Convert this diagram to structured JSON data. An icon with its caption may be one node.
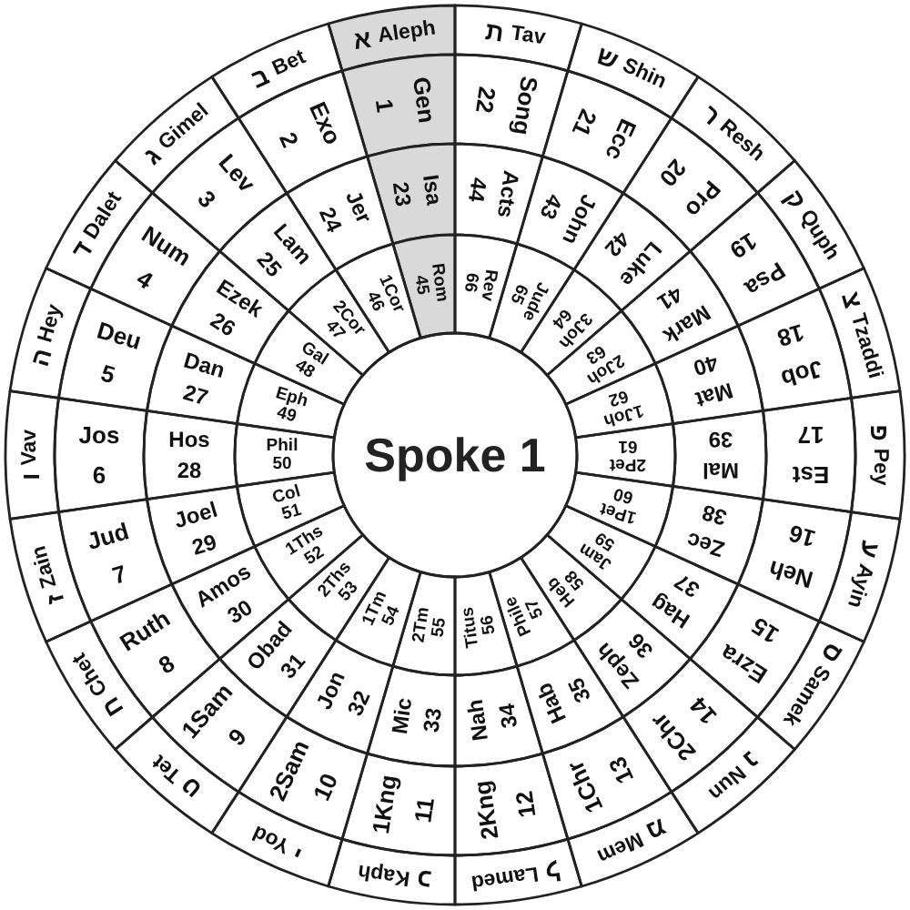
{
  "diagram": {
    "nodes": [
      {
        "text": [
          "א",
          "Aleph"
        ]
      },
      {
        "text": [
          "ב",
          "Bet"
        ]
      },
      {
        "text": [
          "ג",
          "Gimel"
        ]
      },
      {
        "text": [
          "ד",
          "Dalet"
        ]
      },
      {
        "text": [
          "ה",
          "Hey"
        ]
      },
      {
        "text": [
          "ו",
          "Vav"
        ]
      },
      {
        "text": [
          "ז",
          "Zain"
        ]
      },
      {
        "text": [
          "ח",
          "Chet"
        ]
      },
      {
        "text": [
          "ט",
          "Tet"
        ]
      },
      {
        "text": [
          "י",
          "Yod"
        ]
      },
      {
        "text": [
          "כ",
          "Kaph"
        ]
      },
      {
        "text": [
          "ל",
          "Lamed"
        ]
      },
      {
        "text": [
          "מ",
          "Mem"
        ]
      },
      {
        "text": [
          "נ",
          "Nun"
        ]
      },
      {
        "text": [
          "ס",
          "Samek"
        ]
      },
      {
        "text": [
          "ע",
          "Ayin"
        ]
      },
      {
        "text": [
          "פ",
          "Pey"
        ]
      },
      {
        "text": [
          "צ",
          "Tzaddi"
        ]
      },
      {
        "text": [
          "ק",
          "Quph"
        ]
      },
      {
        "text": [
          "ר",
          "Resh"
        ]
      },
      {
        "text": [
          "ש",
          "Shin"
        ]
      },
      {
        "text": [
          "ת",
          "Tav"
        ]
      },
      {
        "text": [
          "Gen",
          "1"
        ]
      },
      {
        "text": [
          "Exo",
          "2"
        ]
      },
      {
        "text": [
          "Lev",
          "3"
        ]
      },
      {
        "text": [
          "Num",
          "4"
        ]
      },
      {
        "text": [
          "Deu",
          "5"
        ]
      },
      {
        "text": [
          "Jos",
          "6"
        ]
      },
      {
        "text": [
          "Jud",
          "7"
        ]
      },
      {
        "text": [
          "Ruth",
          "8"
        ]
      },
      {
        "text": [
          "1Sam",
          "9"
        ]
      },
      {
        "text": [
          "2Sam",
          "10"
        ]
      },
      {
        "text": [
          "1Kng",
          "11"
        ]
      },
      {
        "text": [
          "2Kng",
          "12"
        ]
      },
      {
        "text": [
          "1Chr",
          "13"
        ]
      },
      {
        "text": [
          "2Chr",
          "14"
        ]
      },
      {
        "text": [
          "Ezra",
          "15"
        ]
      },
      {
        "text": [
          "Neh",
          "16"
        ]
      },
      {
        "text": [
          "Est",
          "17"
        ]
      },
      {
        "text": [
          "Job",
          "18"
        ]
      },
      {
        "text": [
          "Psa",
          "19"
        ]
      },
      {
        "text": [
          "Pro",
          "20"
        ]
      },
      {
        "text": [
          "Ecc",
          "21"
        ]
      },
      {
        "text": [
          "Song",
          "22"
        ]
      },
      {
        "text": [
          "Isa",
          "23"
        ]
      },
      {
        "text": [
          "Jer",
          "24"
        ]
      },
      {
        "text": [
          "Lam",
          "25"
        ]
      },
      {
        "text": [
          "Ezek",
          "26"
        ]
      },
      {
        "text": [
          "Dan",
          "27"
        ]
      },
      {
        "text": [
          "Hos",
          "28"
        ]
      },
      {
        "text": [
          "Joel",
          "29"
        ]
      },
      {
        "text": [
          "Amos",
          "30"
        ]
      },
      {
        "text": [
          "Obad",
          "31"
        ]
      },
      {
        "text": [
          "Jon",
          "32"
        ]
      },
      {
        "text": [
          "Mic",
          "33"
        ]
      },
      {
        "text": [
          "Nah",
          "34"
        ]
      },
      {
        "text": [
          "Hab",
          "35"
        ]
      },
      {
        "text": [
          "Zeph",
          "36"
        ]
      },
      {
        "text": [
          "Hag",
          "37"
        ]
      },
      {
        "text": [
          "Zec",
          "38"
        ]
      },
      {
        "text": [
          "Mal",
          "39"
        ]
      },
      {
        "text": [
          "Mat",
          "40"
        ]
      },
      {
        "text": [
          "Mark",
          "41"
        ]
      },
      {
        "text": [
          "Luke",
          "42"
        ]
      },
      {
        "text": [
          "John",
          "43"
        ]
      },
      {
        "text": [
          "Acts",
          "44"
        ]
      },
      {
        "text": [
          "Rom",
          "45"
        ]
      },
      {
        "text": [
          "1Cor",
          "46"
        ]
      },
      {
        "text": [
          "2Cor",
          "47"
        ]
      },
      {
        "text": [
          "Gal",
          "48"
        ]
      },
      {
        "text": [
          "Eph",
          "49"
        ]
      },
      {
        "text": [
          "Phil",
          "50"
        ]
      },
      {
        "text": [
          "Col",
          "51"
        ]
      },
      {
        "text": [
          "1Ths",
          "52"
        ]
      },
      {
        "text": [
          "2Ths",
          "53"
        ]
      },
      {
        "text": [
          "1Tm",
          "54"
        ]
      },
      {
        "text": [
          "2Tm",
          "55"
        ]
      },
      {
        "text": [
          "Titus",
          "56"
        ]
      },
      {
        "text": [
          "Phile",
          "57"
        ]
      },
      {
        "text": [
          "Heb",
          "58"
        ]
      },
      {
        "text": [
          "Jam",
          "59"
        ]
      },
      {
        "text": [
          "1Pet",
          "60"
        ]
      },
      {
        "text": [
          "2Pet",
          "61"
        ]
      },
      {
        "text": [
          "1Joh",
          "62"
        ]
      },
      {
        "text": [
          "2Joh",
          "63"
        ]
      },
      {
        "text": [
          "3Joh",
          "64"
        ]
      },
      {
        "text": [
          "Jude",
          "65"
        ]
      },
      {
        "text": [
          "Rev",
          "66"
        ]
      },
      {
        "text": [
          "Spoke 1"
        ]
      }
    ]
  }
}
